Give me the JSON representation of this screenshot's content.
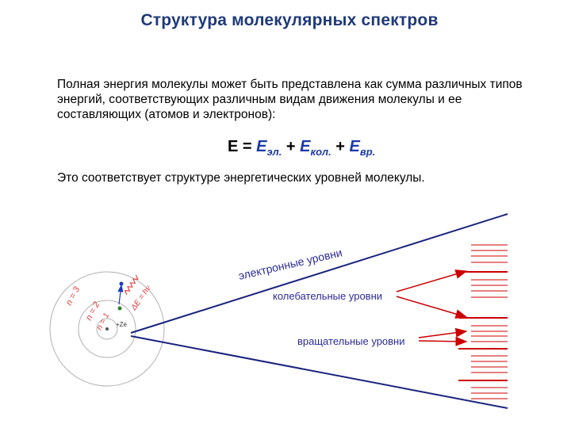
{
  "title": "Структура молекулярных спектров",
  "intro": "Полная энергия молекулы может быть представлена как сумма различных типов энергий, соответствующих различным видам движения молекулы и ее составляющих (атомов и электронов):",
  "formula": {
    "lhs": "E",
    "equals": " = ",
    "plus": " + ",
    "term1_symbol": "E",
    "term1_sub": "эл.",
    "term2_symbol": "E",
    "term2_sub": "кол.",
    "term3_symbol": "E",
    "term3_sub": "вр."
  },
  "note": "Это соответствует структуре энергетических уровней молекулы.",
  "diagram": {
    "electronic_label": "электронные уровни",
    "vibrational_label": "колебательные уровни",
    "rotational_label": "вращательные уровни",
    "orbit_n3": "n = 3",
    "orbit_n2": "n = 2",
    "orbit_n1": "n = 1",
    "nucleus_label": "+Ze",
    "photon_label": "ΔE = hν",
    "colors": {
      "title": "#1f3a7a",
      "lines": "#1a237e",
      "red_levels": "#cc0000",
      "orbit_text": "#e53935",
      "photon": "#1e3ab8",
      "electron": "#2e7d32"
    }
  }
}
